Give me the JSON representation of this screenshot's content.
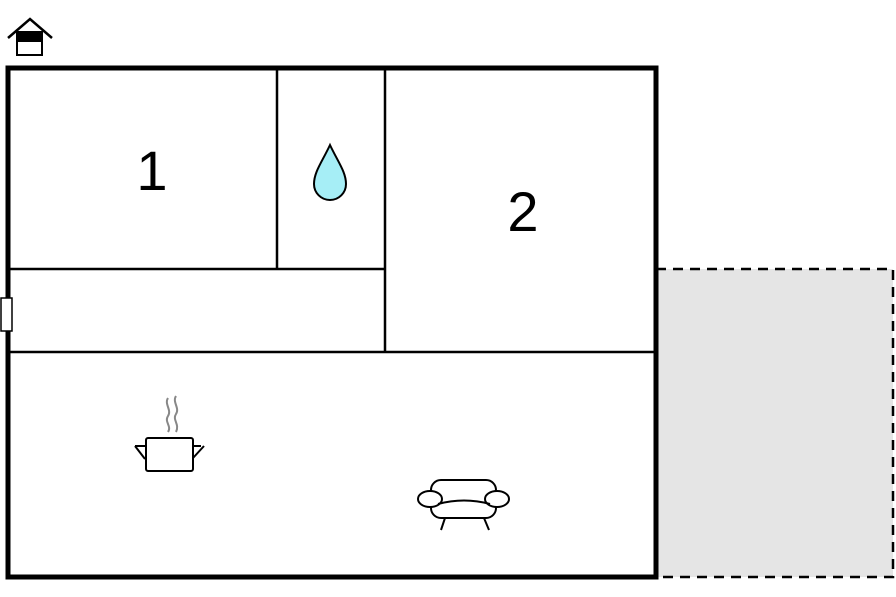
{
  "floorplan": {
    "rooms": [
      {
        "id": "bedroom-1",
        "label": "1"
      },
      {
        "id": "bedroom-2",
        "label": "2"
      }
    ],
    "icons": {
      "entrance": "home-entrance-icon",
      "bathroom": "water-drop-icon",
      "kitchen": "cooking-pot-icon",
      "living_room": "sofa-icon"
    },
    "outdoor_area": "terrace",
    "colors": {
      "wall": "#000000",
      "water_drop": "#a6eef6",
      "terrace_fill": "#e5e5e5",
      "steam": "#888888"
    }
  }
}
